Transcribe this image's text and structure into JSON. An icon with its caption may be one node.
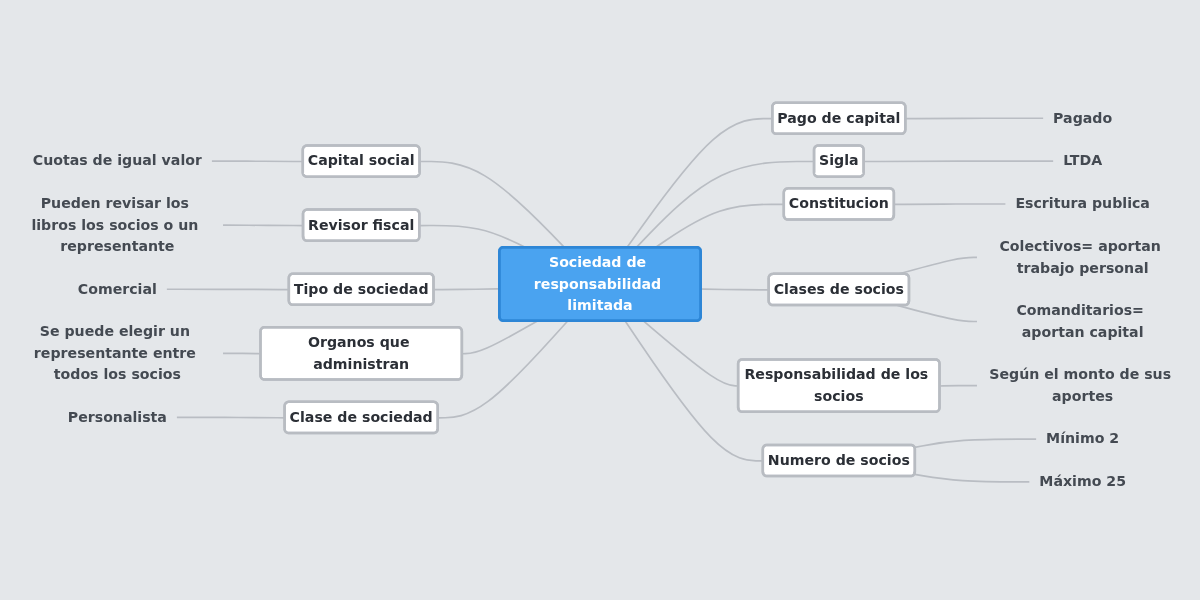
{
  "diagram": {
    "nodes": [
      {
        "text": [
          "Sociedad de responsabilidad limitada"
        ]
      },
      {
        "text": [
          "Capital social"
        ]
      },
      {
        "text": [
          "Cuotas de igual valor"
        ]
      },
      {
        "text": [
          "Revisor fiscal"
        ]
      },
      {
        "text": [
          "Pueden revisar los libros los socios o un representante"
        ]
      },
      {
        "text": [
          "Tipo de sociedad"
        ]
      },
      {
        "text": [
          "Comercial"
        ]
      },
      {
        "text": [
          "Organos que administran"
        ]
      },
      {
        "text": [
          "Se puede elegir un representante entre todos los socios"
        ]
      },
      {
        "text": [
          "Clase de sociedad"
        ]
      },
      {
        "text": [
          "Personalista"
        ]
      },
      {
        "text": [
          "Pago de capital"
        ]
      },
      {
        "text": [
          "Pagado"
        ]
      },
      {
        "text": [
          "Sigla"
        ]
      },
      {
        "text": [
          "LTDA"
        ]
      },
      {
        "text": [
          "Constitucion"
        ]
      },
      {
        "text": [
          "Escritura publica"
        ]
      },
      {
        "text": [
          "Clases de socios"
        ]
      },
      {
        "text": [
          "Colectivos= aportan trabajo personal"
        ]
      },
      {
        "text": [
          "Comanditarios= aportan capital"
        ]
      },
      {
        "text": [
          "Responsabilidad de los socios"
        ]
      },
      {
        "text": [
          "Según el monto de sus aportes"
        ]
      },
      {
        "text": [
          "Numero de socios"
        ]
      },
      {
        "text": [
          "Mínimo 2"
        ]
      },
      {
        "text": [
          "Máximo 25"
        ]
      }
    ],
    "edges": [
      {
        "from": 1,
        "to": 0,
        "arrow": "none"
      },
      {
        "from": 2,
        "to": 1,
        "arrow": "none"
      },
      {
        "from": 3,
        "to": 0,
        "arrow": "none"
      },
      {
        "from": 4,
        "to": 3,
        "arrow": "none"
      },
      {
        "from": 5,
        "to": 0,
        "arrow": "none"
      },
      {
        "from": 6,
        "to": 5,
        "arrow": "none"
      },
      {
        "from": 7,
        "to": 0,
        "arrow": "none"
      },
      {
        "from": 8,
        "to": 7,
        "arrow": "none"
      },
      {
        "from": 9,
        "to": 0,
        "arrow": "none"
      },
      {
        "from": 10,
        "to": 9,
        "arrow": "none"
      },
      {
        "from": 0,
        "to": 11,
        "arrow": "none"
      },
      {
        "from": 11,
        "to": 12,
        "arrow": "none"
      },
      {
        "from": 0,
        "to": 13,
        "arrow": "none"
      },
      {
        "from": 13,
        "to": 14,
        "arrow": "none"
      },
      {
        "from": 0,
        "to": 15,
        "arrow": "none"
      },
      {
        "from": 15,
        "to": 16,
        "arrow": "none"
      },
      {
        "from": 0,
        "to": 17,
        "arrow": "none"
      },
      {
        "from": 17,
        "to": 18,
        "arrow": "none"
      },
      {
        "from": 17,
        "to": 19,
        "arrow": "none"
      },
      {
        "from": 0,
        "to": 20,
        "arrow": "none"
      },
      {
        "from": 20,
        "to": 21,
        "arrow": "none"
      },
      {
        "from": 0,
        "to": 22,
        "arrow": "none"
      },
      {
        "from": 22,
        "to": 23,
        "arrow": "none"
      },
      {
        "from": 22,
        "to": 24,
        "arrow": "none"
      }
    ]
  }
}
